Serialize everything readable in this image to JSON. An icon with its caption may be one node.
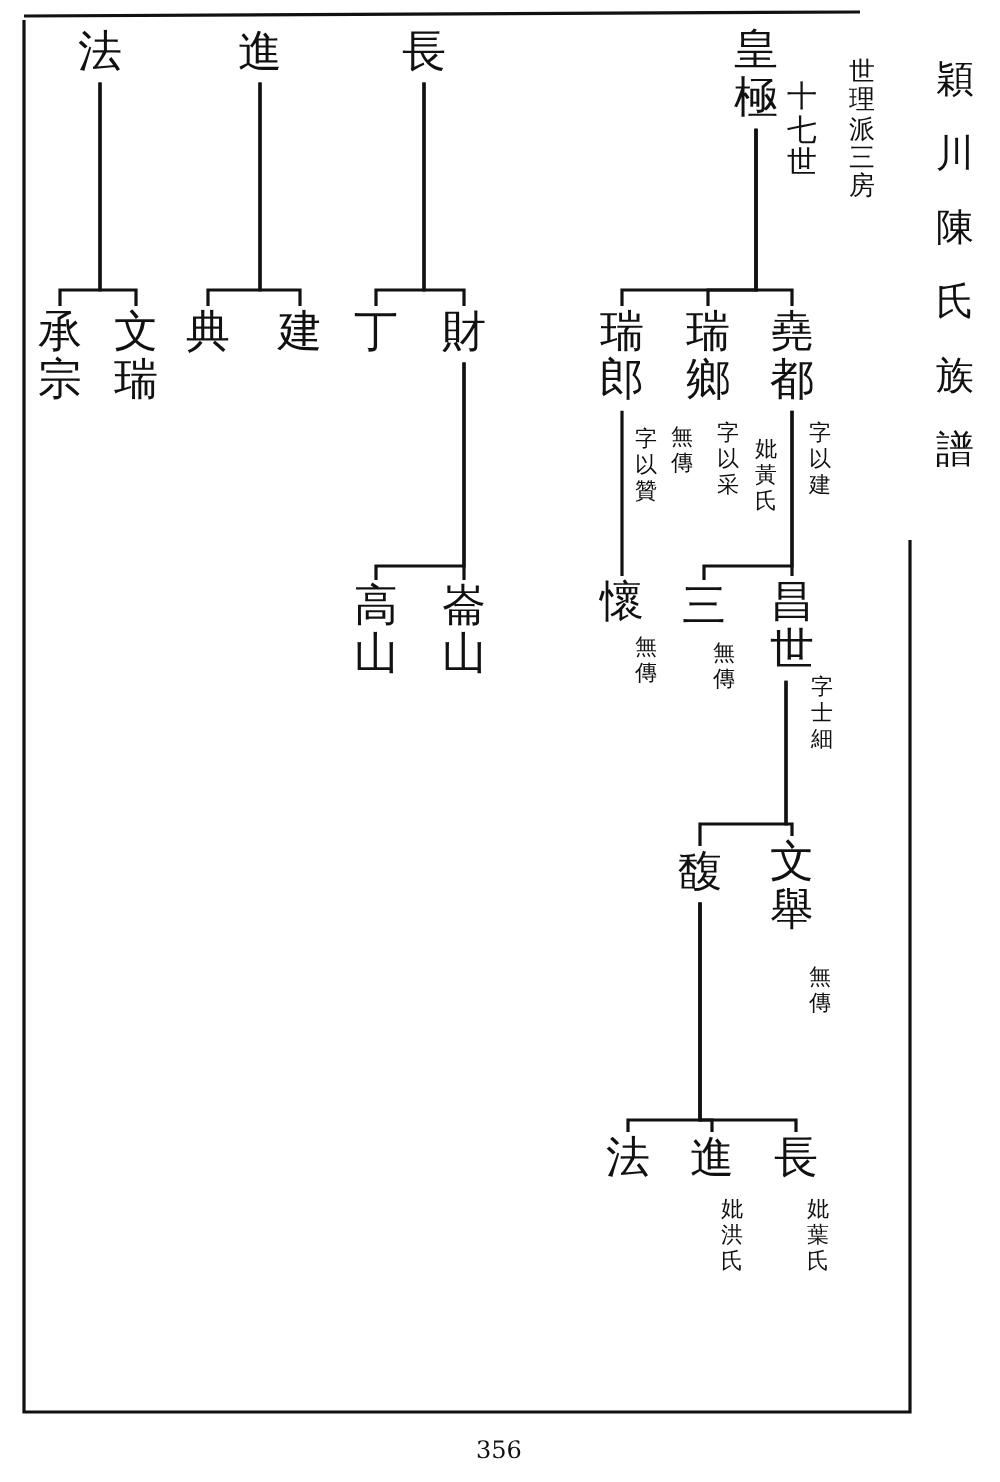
{
  "diagram": {
    "title": "穎川陳氏族譜",
    "nodes": [
      {
        "text": [
          "皇極"
        ]
      },
      {
        "text": [
          "堯都"
        ],
        "beside": [
          "字以建",
          "妣黃氏"
        ]
      },
      {
        "text": [
          "瑞鄉"
        ],
        "beside": [
          "字以采",
          "無傳"
        ]
      },
      {
        "text": [
          "瑞郎"
        ],
        "beside": [
          "字以贊"
        ]
      },
      {
        "text": [
          "昌世"
        ],
        "beside": [
          "字士細"
        ]
      },
      {
        "text": [
          "三"
        ],
        "beside": [
          "無傳"
        ]
      },
      {
        "text": [
          "懷"
        ],
        "beside": [
          "無傳"
        ]
      },
      {
        "text": [
          "文舉"
        ],
        "beside": [
          "無傳"
        ]
      },
      {
        "text": [
          "馥"
        ]
      },
      {
        "text": [
          "長"
        ],
        "beside": [
          "妣葉氏"
        ]
      },
      {
        "text": [
          "進"
        ],
        "beside": [
          "妣洪氏"
        ]
      },
      {
        "text": [
          "法"
        ]
      },
      {
        "text": [
          "長"
        ]
      },
      {
        "text": [
          "進"
        ]
      },
      {
        "text": [
          "法"
        ]
      },
      {
        "text": [
          "財"
        ]
      },
      {
        "text": [
          "丁"
        ]
      },
      {
        "text": [
          "建"
        ]
      },
      {
        "text": [
          "典"
        ]
      },
      {
        "text": [
          "文瑞"
        ]
      },
      {
        "text": [
          "承宗"
        ]
      },
      {
        "text": [
          "崙山"
        ]
      },
      {
        "text": [
          "高山"
        ]
      }
    ],
    "edges": [
      {
        "from": 0,
        "to": 1,
        "arrow": "none"
      },
      {
        "from": 0,
        "to": 2,
        "arrow": "none"
      },
      {
        "from": 0,
        "to": 3,
        "arrow": "none"
      },
      {
        "from": 1,
        "to": 4,
        "arrow": "none"
      },
      {
        "from": 1,
        "to": 5,
        "arrow": "none"
      },
      {
        "from": 3,
        "to": 6,
        "arrow": "none"
      },
      {
        "from": 4,
        "to": 7,
        "arrow": "none"
      },
      {
        "from": 4,
        "to": 8,
        "arrow": "none"
      },
      {
        "from": 8,
        "to": 9,
        "arrow": "none"
      },
      {
        "from": 8,
        "to": 10,
        "arrow": "none"
      },
      {
        "from": 8,
        "to": 11,
        "arrow": "none"
      },
      {
        "from": 12,
        "to": 15,
        "arrow": "none"
      },
      {
        "from": 12,
        "to": 16,
        "arrow": "none"
      },
      {
        "from": 13,
        "to": 17,
        "arrow": "none"
      },
      {
        "from": 13,
        "to": 18,
        "arrow": "none"
      },
      {
        "from": 14,
        "to": 19,
        "arrow": "none"
      },
      {
        "from": 14,
        "to": 20,
        "arrow": "none"
      },
      {
        "from": 15,
        "to": 21,
        "arrow": "none"
      },
      {
        "from": 15,
        "to": 22,
        "arrow": "none"
      }
    ],
    "labels": [
      "十七世",
      "世理派三房",
      "356"
    ]
  }
}
